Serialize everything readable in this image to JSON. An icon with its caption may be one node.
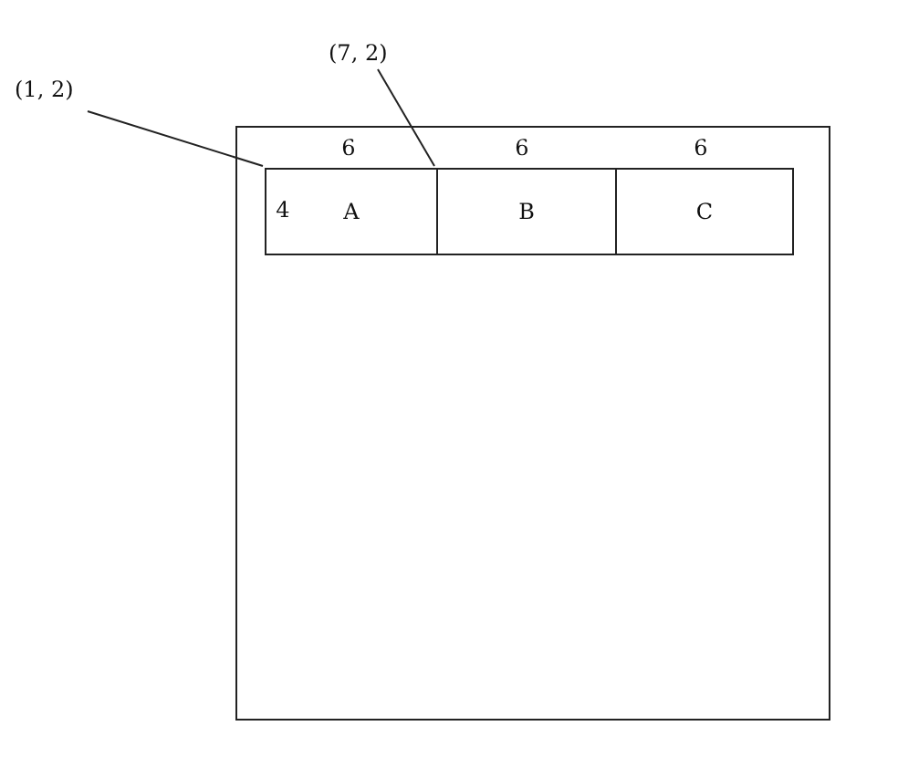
{
  "diagram": {
    "nodes": [
      {
        "text": [],
        "shape": "box"
      },
      {
        "text": [
          "A"
        ],
        "in": 0
      },
      {
        "text": [
          "B"
        ],
        "in": 0
      },
      {
        "text": [
          "C"
        ],
        "in": 0
      },
      {
        "text": [
          "(1, 2)"
        ]
      },
      {
        "text": [
          "(7, 2)"
        ]
      }
    ],
    "edges": [
      {
        "from": 4,
        "to": 1,
        "arrow": "none"
      },
      {
        "from": 5,
        "to": 2,
        "arrow": "none"
      }
    ],
    "labels": [
      "6",
      "6",
      "6",
      "4"
    ]
  }
}
